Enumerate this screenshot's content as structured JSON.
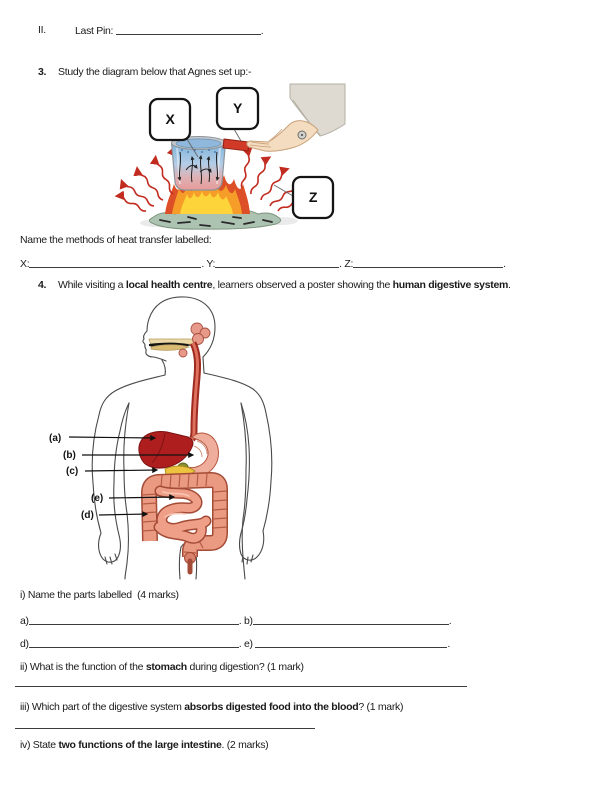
{
  "item_ii": {
    "numeral": "II.",
    "label": "Last Pin: ",
    "period": "."
  },
  "q3": {
    "number": "3.",
    "prompt": "Study the diagram below that Agnes set up:-",
    "diagram": {
      "label_x": "X",
      "label_y": "Y",
      "label_z": "Z"
    },
    "transfer_prompt": "Name the methods of heat transfer labelled:",
    "blank_x_label": "X:",
    "blank_y_label": ". Y:",
    "blank_z_label": ". Z:",
    "line_end": "."
  },
  "q4": {
    "number": "4.",
    "intro_parts": [
      "While visiting a ",
      "local health centre",
      ", learners observed a poster showing the ",
      "human digestive system",
      "."
    ],
    "diagram_labels": [
      "(a)",
      "(b)",
      "(c)",
      "(e)",
      "(d)"
    ],
    "part_i": {
      "prompt": "i) Name the parts labelled  (4 marks)",
      "row1_a": "a)",
      "row1_sep": ". b)",
      "row1_end": ".",
      "row2_d": "d)",
      "row2_sep": ". e) ",
      "row2_end": "."
    },
    "part_ii": {
      "parts": [
        "ii) What is the function of the ",
        "stomach",
        " during digestion? (1 mark)"
      ]
    },
    "part_iii": {
      "parts": [
        "iii) Which part of the digestive system ",
        "absorbs digested food into the blood",
        "? (1 mark)"
      ]
    },
    "part_iv": {
      "parts": [
        "iv) State ",
        "two functions of the large intestine",
        ". (2 marks)"
      ]
    }
  },
  "colors": {
    "text": "#1b1b1b",
    "flame_orange": "#f59d28",
    "flame_yellow": "#fdd53a",
    "flame_red": "#dd4f26",
    "water_blue": "#7fb2d9",
    "pot_heat_pink": "#e89a98",
    "radiation_arrow_red": "#c22b20",
    "handle_red": "#d23a28",
    "liver_red": "#ae1e1e",
    "intestine_salmon": "#eb9a82",
    "pancreas_yellow": "#ecc33f",
    "firewood_green": "#adc3b2"
  }
}
